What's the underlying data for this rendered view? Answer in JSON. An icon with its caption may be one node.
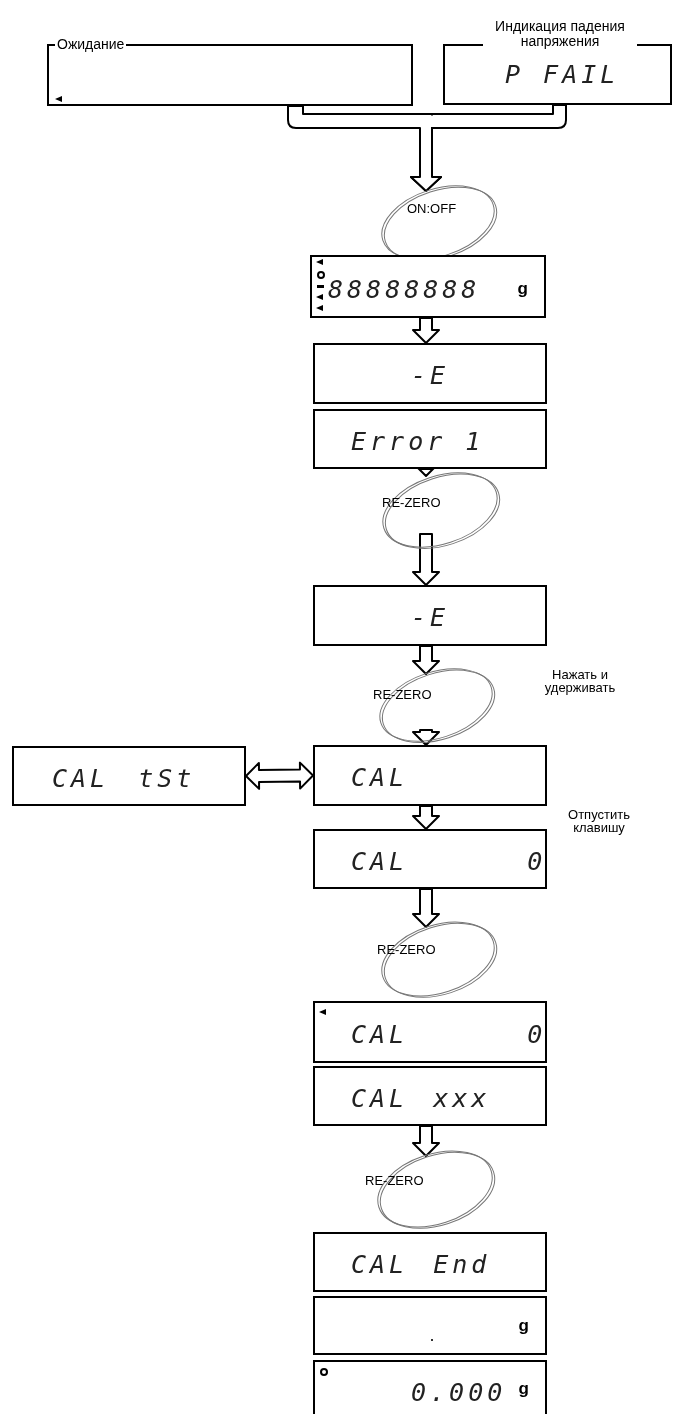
{
  "diagram": {
    "nodes": [
      {
        "text": [
          "Ожидание"
        ]
      },
      {
        "text": [
          "Индикация падения напряжения",
          "P FAIL"
        ]
      },
      {
        "text": [
          "ON:OFF"
        ]
      },
      {
        "text": [
          "88888888",
          "g"
        ]
      },
      {
        "text": [
          "-E"
        ]
      },
      {
        "text": [
          "Error 1"
        ]
      },
      {
        "text": [
          "RE-ZERO"
        ]
      },
      {
        "text": [
          "-E"
        ]
      },
      {
        "text": [
          "RE-ZERO"
        ]
      },
      {
        "text": [
          "CAL tSt"
        ]
      },
      {
        "text": [
          "CAL"
        ]
      },
      {
        "text": [
          "CAL 0"
        ]
      },
      {
        "text": [
          "RE-ZERO"
        ]
      },
      {
        "text": [
          "CAL 0"
        ]
      },
      {
        "text": [
          "CAL xxx"
        ]
      },
      {
        "text": [
          "RE-ZERO"
        ]
      },
      {
        "text": [
          "CAL End"
        ]
      },
      {
        "text": [
          "g"
        ]
      },
      {
        "text": [
          "0.000",
          "g"
        ]
      }
    ],
    "edges": [
      {
        "from": 0,
        "to": 2,
        "arrow": "to"
      },
      {
        "from": 1,
        "to": 2,
        "arrow": "to"
      },
      {
        "from": 3,
        "to": 4,
        "arrow": "to"
      },
      {
        "from": 5,
        "to": 6,
        "arrow": "to"
      },
      {
        "from": 6,
        "to": 7,
        "arrow": "to"
      },
      {
        "from": 7,
        "to": 8,
        "arrow": "to"
      },
      {
        "from": 8,
        "to": 10,
        "arrow": "to"
      },
      {
        "from": 9,
        "to": 10,
        "arrow": "both"
      },
      {
        "from": 10,
        "to": 11,
        "arrow": "to"
      },
      {
        "from": 11,
        "to": 12,
        "arrow": "to"
      },
      {
        "from": 14,
        "to": 15,
        "arrow": "to"
      }
    ],
    "labels": [
      "Нажать и удерживать",
      "Отпустить клавишу"
    ]
  }
}
